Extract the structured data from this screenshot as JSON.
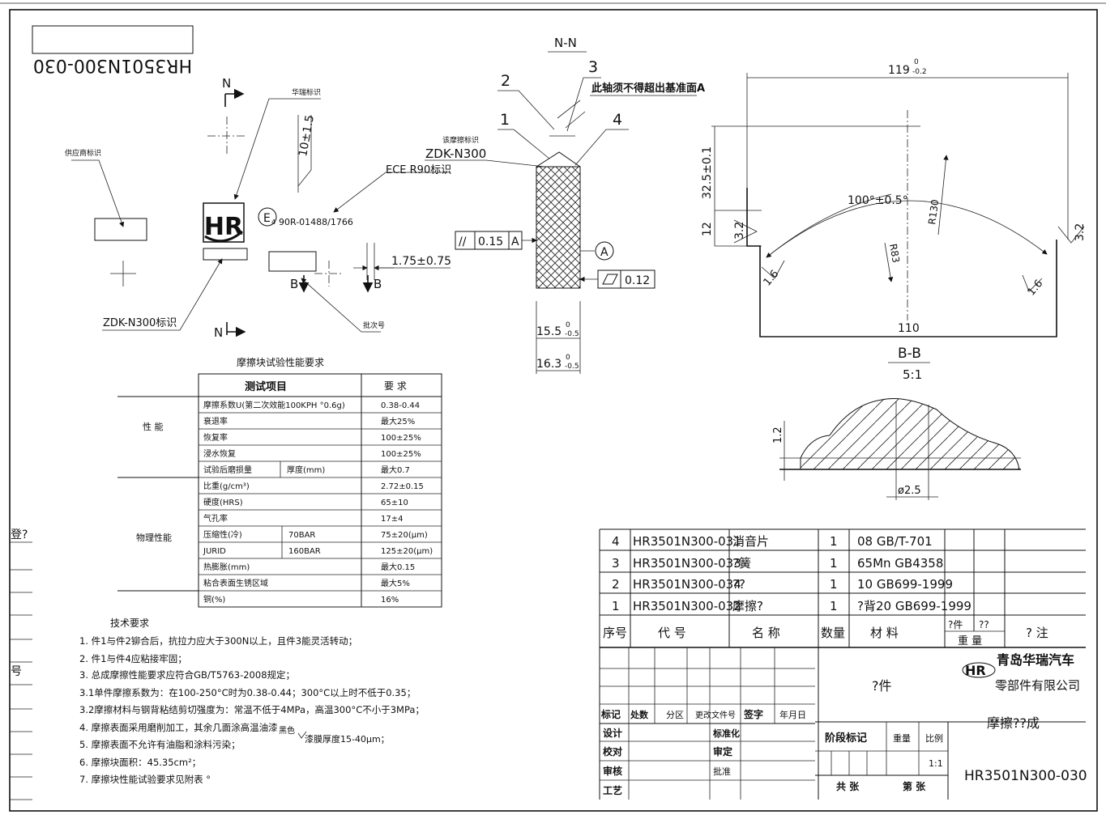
{
  "header": {
    "drawing_number_mirrored": "HR3501N300-030"
  },
  "views": {
    "top_N": "N",
    "bottom_N": "N",
    "label_supplier_mark": "供应商标识",
    "label_brand_mark": "华瑞标识",
    "label_ece": "ECE R90标识",
    "label_zdk": "ZDK-N300标识",
    "label_batch": "批次号",
    "cert_code": "90R-01488/1766",
    "cert_e": "E",
    "cert_sub": "4",
    "logo_text": "HR",
    "dim_10": "10±1.5",
    "dim_175": "1.75±0.75",
    "sec_B_left": "B",
    "sec_B_right": "B"
  },
  "section_nn": {
    "title": "N-N",
    "callout_1": "1",
    "callout_2": "2",
    "callout_3": "3",
    "callout_4": "4",
    "note_axis": "此轴须不得超出基准面A",
    "label_friction_mark": "该摩擦标识",
    "label_zdk": "ZDK-N300",
    "parallel_sym": "//",
    "parallel_val": "0.15",
    "parallel_datum": "A",
    "datum_A": "A",
    "flat_val": "0.12",
    "dim_155": "15.5",
    "dim_155_tol_up": "0",
    "dim_155_tol_dn": "-0.5",
    "dim_163": "16.3",
    "dim_163_tol_up": "0",
    "dim_163_tol_dn": "-0.5"
  },
  "section_bb": {
    "dim_119": "119",
    "dim_119_tol_up": "0",
    "dim_119_tol_dn": "-0.2",
    "dim_325": "32.5±0.1",
    "dim_12": "12",
    "dim_angle": "100°±0.5°",
    "dim_R130": "R130",
    "dim_R83": "R83",
    "rough_32_left": "3.2",
    "rough_32_right": "3.2",
    "rough_16_left": "1.6",
    "rough_16_right": "1.6",
    "dim_110": "110",
    "title": "B-B",
    "scale": "5:1"
  },
  "detail": {
    "dim_12": "1.2",
    "dim_25": "ø2.5"
  },
  "perf_table": {
    "title": "摩擦块试验性能要求",
    "head_item": "测试项目",
    "head_req": "要 求",
    "group_perf": "性 能",
    "group_phys": "物理性能",
    "rows": [
      {
        "item": "摩擦系数U(第二次效能100KPH °0.6g)",
        "sub": "",
        "sub2": "",
        "req": "0.38-0.44"
      },
      {
        "item": "衰退率",
        "sub": "",
        "sub2": "",
        "req": "最大25%"
      },
      {
        "item": "恢复率",
        "sub": "",
        "sub2": "",
        "req": "100±25%"
      },
      {
        "item": "浸水恢复",
        "sub": "",
        "sub2": "",
        "req": "100±25%"
      },
      {
        "item": "试验后磨损量",
        "sub": "厚度(mm)",
        "sub2": "",
        "req": "最大0.7"
      },
      {
        "item": "比重(g/cm³)",
        "sub": "",
        "sub2": "",
        "req": "2.72±0.15"
      },
      {
        "item": "硬度(HRS)",
        "sub": "",
        "sub2": "",
        "req": "65±10"
      },
      {
        "item": "气孔率",
        "sub": "",
        "sub2": "",
        "req": "17±4"
      },
      {
        "item": "压缩性(冷)",
        "sub": "70BAR",
        "sub2": "",
        "req": "75±20(μm)"
      },
      {
        "item": "JURID",
        "sub": "160BAR",
        "sub2": "",
        "req": "125±20(μm)"
      },
      {
        "item": "热膨胀(mm)",
        "sub": "",
        "sub2": "",
        "req": "最大0.15"
      },
      {
        "item": "粘合表面生锈区域",
        "sub": "",
        "sub2": "",
        "req": "最大5%"
      },
      {
        "item": "铜(%)",
        "sub": "",
        "sub2": "",
        "req": "16%"
      }
    ]
  },
  "tech_req": {
    "title": "技术要求",
    "items": [
      "1. 件1与件2铆合后，抗拉力应大于300N以上，且件3能灵活转动；",
      "2. 件1与件4应粘接牢固；",
      "3. 总成摩擦性能要求应符合GB/T5763-2008规定；",
      "3.1单件摩擦系数为：在100-250°C时为0.38-0.44；300°C以上时不低于0.35；",
      "3.2摩擦材料与钢背粘结剪切强度为：常温不低于4MPa，高温300°C不小于3MPa；",
      "4. 摩擦表面采用磨削加工，其余几面涂高温油漆",
      "5. 摩擦表面不允许有油脂和涂料污染；",
      "6. 摩擦块面积：45.35cm²；",
      "7. 摩擦块性能试验要求见附表 °"
    ],
    "paint_color": "黑色",
    "paint_thickness": "漆膜厚度15-40μm；"
  },
  "margin": {
    "label_1": "登?",
    "label_2": "号"
  },
  "bom": {
    "rows": [
      {
        "no": "4",
        "code": "HR3501N300-031",
        "name": "消音片",
        "qty": "1",
        "mat": "08 GB/T-701"
      },
      {
        "no": "3",
        "code": "HR3501N300-033",
        "name": "?簧",
        "qty": "1",
        "mat": "65Mn GB4358"
      },
      {
        "no": "2",
        "code": "HR3501N300-034",
        "name": "??",
        "qty": "1",
        "mat": "10 GB699-1999"
      },
      {
        "no": "1",
        "code": "HR3501N300-032",
        "name": "摩擦?",
        "qty": "1",
        "mat": "?背20 GB699-1999"
      }
    ],
    "head_no": "序号",
    "head_code": "代 号",
    "head_name": "名 称",
    "head_qty": "数量",
    "head_mat": "材 料",
    "head_unit": "?件",
    "head_total": "??",
    "head_weight": "重 量",
    "head_note": "? 注"
  },
  "title_block": {
    "company_line1": "青岛华瑞汽车",
    "company_line2": "零部件有限公司",
    "part_type": "?件",
    "drawing_name": "摩擦??成",
    "drawing_code": "HR3501N300-030",
    "c_mark": "标记",
    "c_count": "处数",
    "c_zone": "分区",
    "c_doc": "更改文件号",
    "c_sign": "签字",
    "c_date": "年月日",
    "design": "设计",
    "standard": "标准化",
    "check": "校对",
    "review": "审定",
    "audit": "审核",
    "approve": "批准",
    "craft": "工艺",
    "stage_mark": "阶段标记",
    "weight": "重量",
    "ratio": "比例",
    "ratio_val": "1:1",
    "total_sheets": "共 张",
    "sheet_no": "第 张"
  }
}
